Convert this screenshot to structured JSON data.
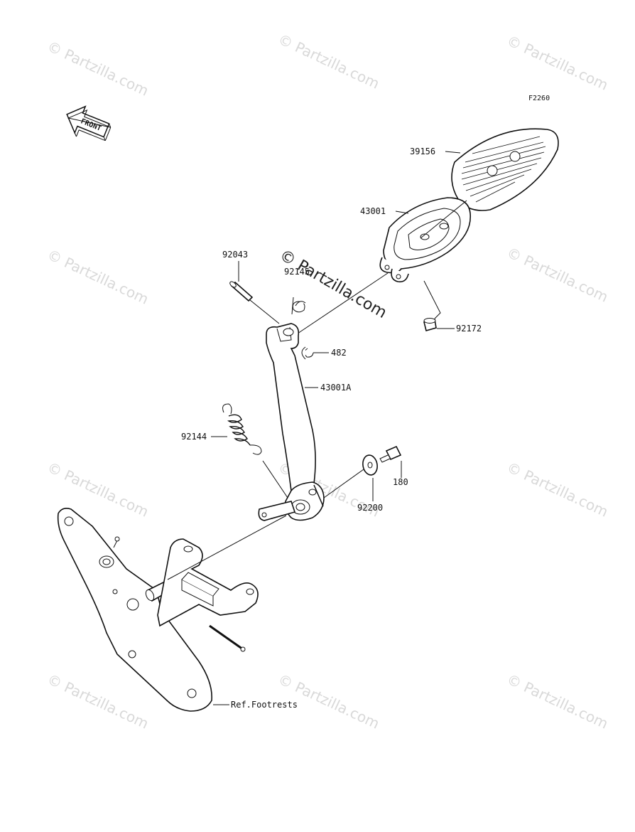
{
  "diagram": {
    "code": "F2260",
    "front_arrow": "FRONT",
    "parts": [
      {
        "id": "39156"
      },
      {
        "id": "43001"
      },
      {
        "id": "92043"
      },
      {
        "id": "92145"
      },
      {
        "id": "92172"
      },
      {
        "id": "482"
      },
      {
        "id": "43001A"
      },
      {
        "id": "92144"
      },
      {
        "id": "180"
      },
      {
        "id": "92200"
      }
    ],
    "reference": "Ref.Footrests"
  },
  "watermark": {
    "text": "© Partzilla.com",
    "center_text": "© Partzilla.com"
  }
}
